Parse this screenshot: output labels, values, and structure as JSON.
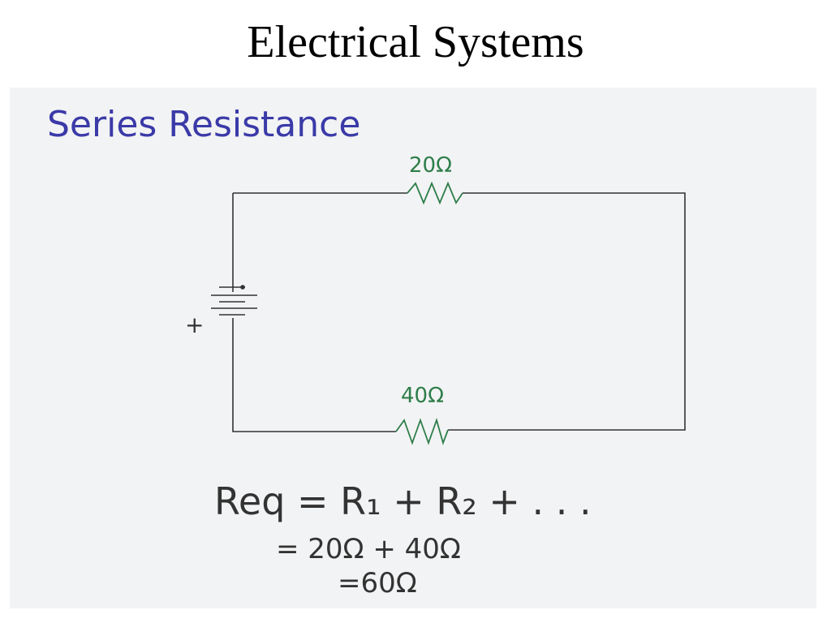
{
  "slide": {
    "title": "Electrical Systems"
  },
  "sketch": {
    "heading": "Series Resistance",
    "resistors": [
      {
        "label": "20Ω"
      },
      {
        "label": "40Ω"
      }
    ],
    "battery": {
      "plus_sign": "+"
    },
    "equations": [
      "Req = R₁ + R₂ + . . .",
      "= 20Ω + 40Ω",
      "=60Ω"
    ],
    "colors": {
      "heading_ink": "#3a3aa8",
      "resistor_ink": "#2e7d4a",
      "pencil": "#333333",
      "paper": "#f2f3f4"
    }
  }
}
